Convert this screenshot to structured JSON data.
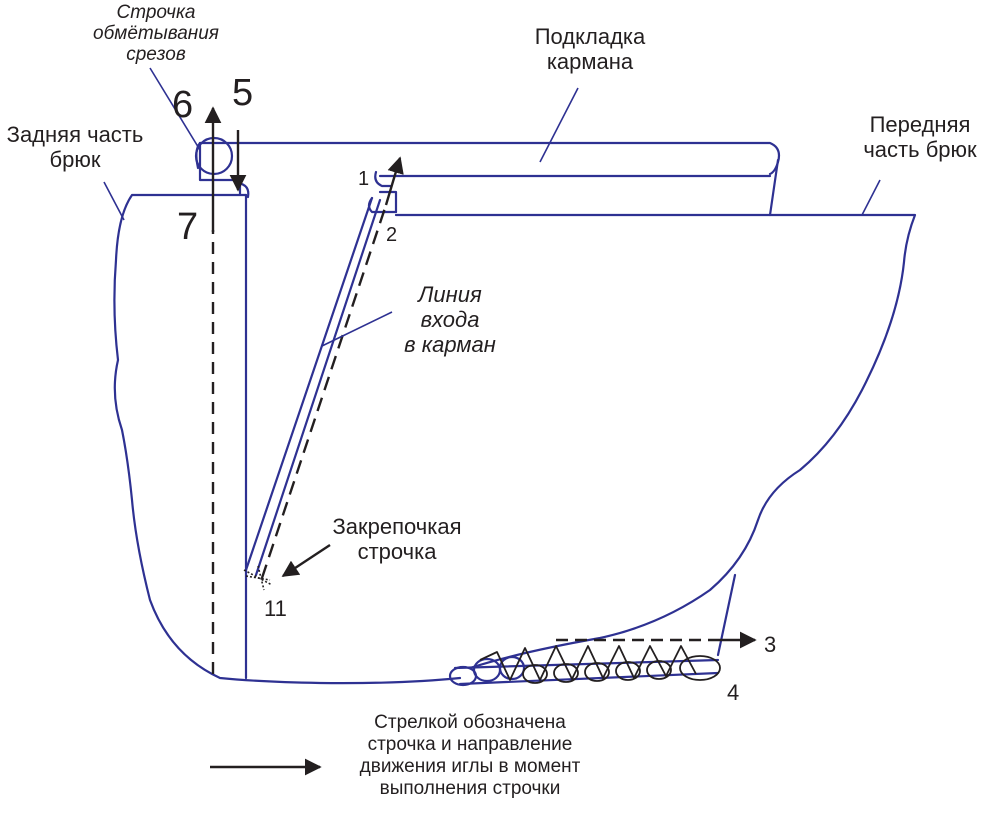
{
  "labels": {
    "overlock_line": [
      "Строчка",
      "обмётывания",
      "срезов"
    ],
    "pocket_lining": [
      "Подкладка",
      "кармана"
    ],
    "back_part": [
      "Задняя часть",
      "брюк"
    ],
    "front_part": [
      "Передняя",
      "часть брюк"
    ],
    "entry_line": [
      "Линия",
      "входа",
      "в карман"
    ],
    "bartack": [
      "Закрепочкая",
      "строчка"
    ],
    "legend": [
      "Стрелкой обозначена",
      "строчка и направление",
      "движения иглы в момент",
      "выполнения строчки"
    ]
  },
  "numbers": {
    "n1": "1",
    "n2": "2",
    "n3": "3",
    "n4": "4",
    "n5": "5",
    "n6": "6",
    "n7": "7",
    "n11": "11"
  },
  "colors": {
    "outline": "#2e3192",
    "ink": "#231f20"
  }
}
